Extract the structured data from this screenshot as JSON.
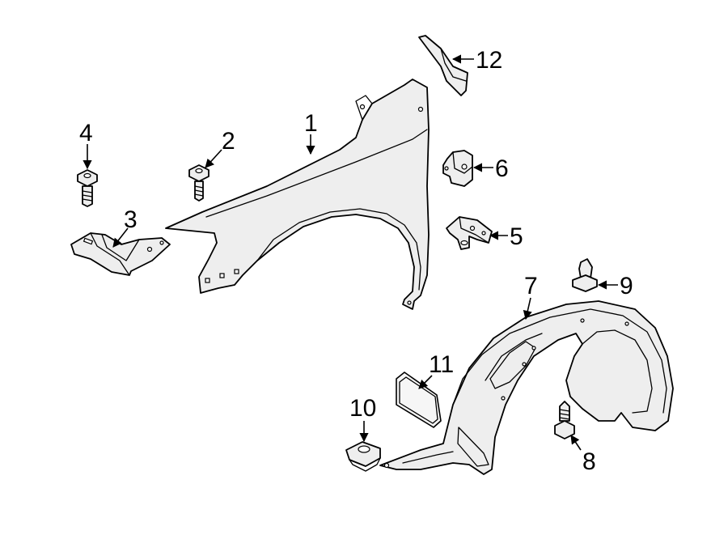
{
  "diagram": {
    "callouts": [
      {
        "id": "1",
        "label": "1"
      },
      {
        "id": "2",
        "label": "2"
      },
      {
        "id": "3",
        "label": "3"
      },
      {
        "id": "4",
        "label": "4"
      },
      {
        "id": "5",
        "label": "5"
      },
      {
        "id": "6",
        "label": "6"
      },
      {
        "id": "7",
        "label": "7"
      },
      {
        "id": "8",
        "label": "8"
      },
      {
        "id": "9",
        "label": "9"
      },
      {
        "id": "10",
        "label": "10"
      },
      {
        "id": "11",
        "label": "11"
      },
      {
        "id": "12",
        "label": "12"
      }
    ],
    "colors": {
      "line": "#000000",
      "part_fill": "#eeeeee",
      "background": "#ffffff"
    }
  }
}
